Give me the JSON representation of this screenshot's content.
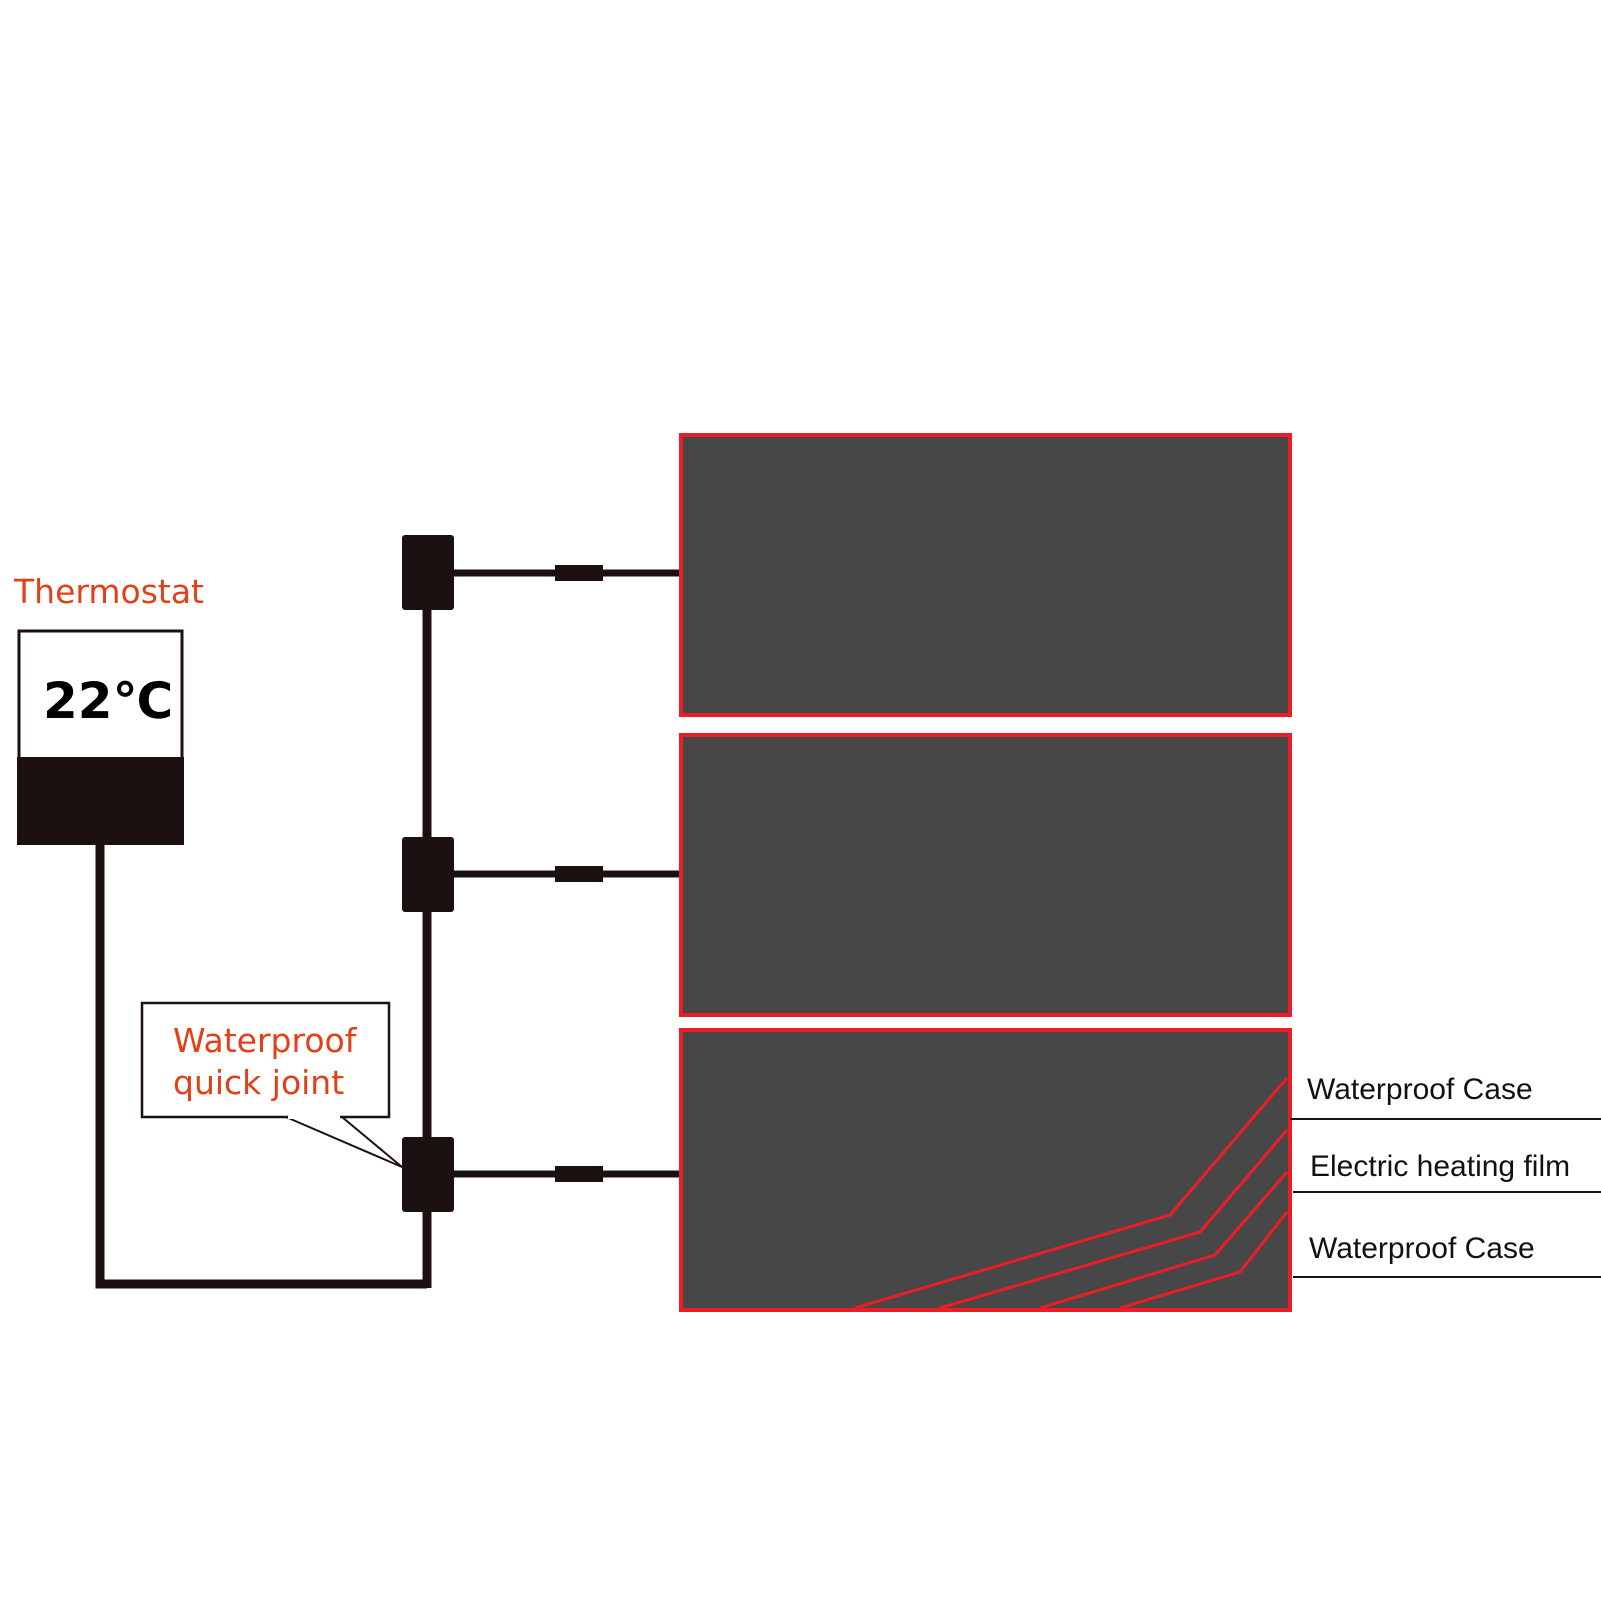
{
  "colors": {
    "accent_orange": "#e3401a",
    "panel_fill": "#484748",
    "panel_border": "#ee1c24",
    "wire": "#1c1110",
    "background": "#ffffff"
  },
  "thermostat": {
    "title": "Thermostat",
    "readout": "22℃"
  },
  "joint_callout": {
    "line1": "Waterproof",
    "line2": "quick joint"
  },
  "panels": [
    {
      "name": "heating-panel-1"
    },
    {
      "name": "heating-panel-2"
    },
    {
      "name": "heating-panel-3"
    }
  ],
  "layer_labels": [
    "Waterproof Case",
    "Electric heating film",
    "Waterproof Case"
  ]
}
